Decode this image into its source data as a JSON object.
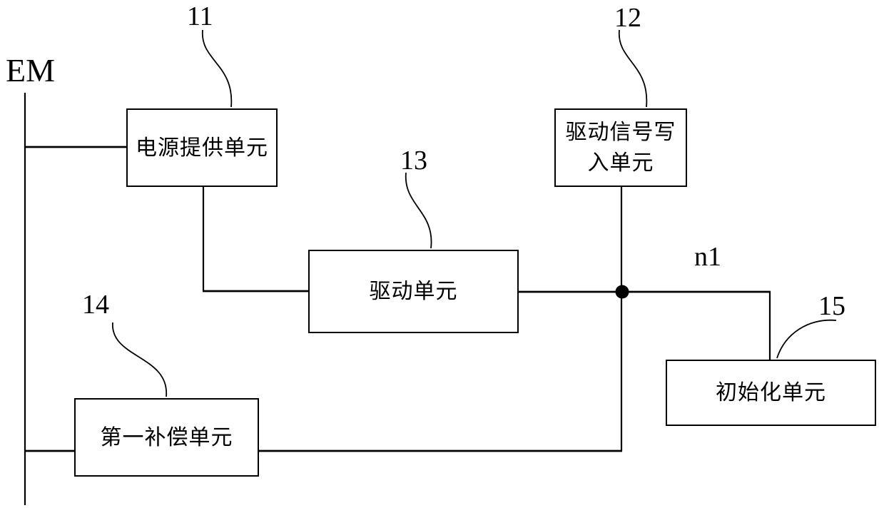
{
  "figure": {
    "em_label": "EM",
    "node_label": "n1",
    "colors": {
      "background": "#ffffff",
      "line": "#000000"
    },
    "blocks": {
      "power": {
        "ref": "11",
        "label": "电源提供单元"
      },
      "write": {
        "ref": "12",
        "label": "驱动信号写\n入单元"
      },
      "drive": {
        "ref": "13",
        "label": "驱动单元"
      },
      "comp": {
        "ref": "14",
        "label": "第一补偿单元"
      },
      "init": {
        "ref": "15",
        "label": "初始化单元"
      }
    }
  }
}
